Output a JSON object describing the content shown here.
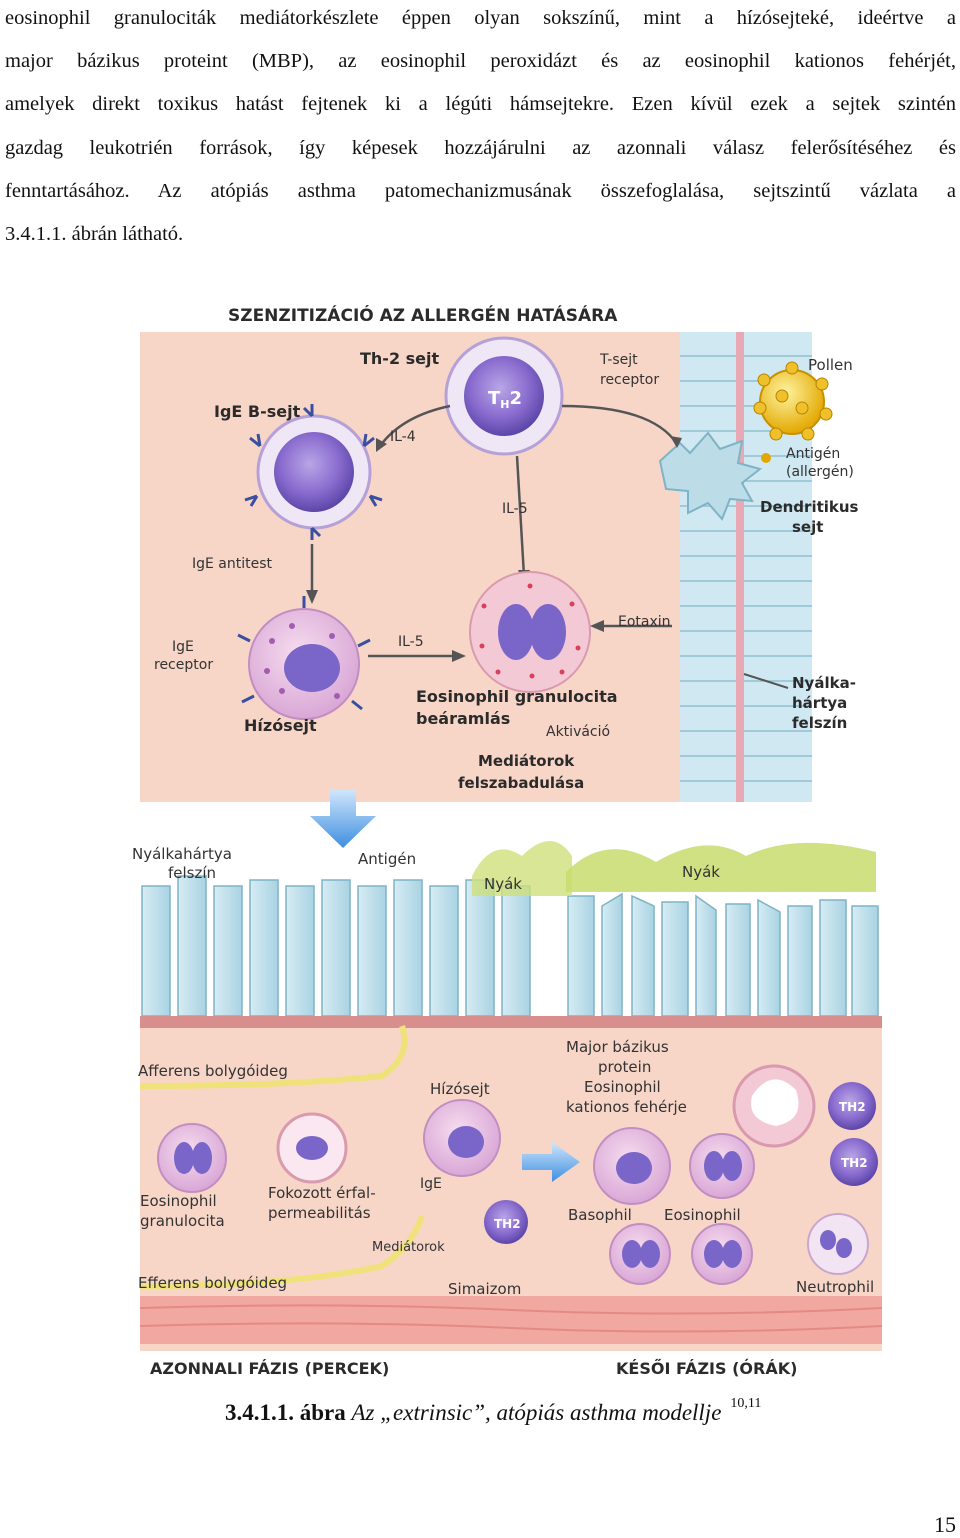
{
  "body_text": {
    "lines": [
      "eosinophil granulociták mediátorkészlete éppen olyan sokszínű, mint a hízósejteké, ideértve a",
      "major bázikus proteint (MBP), az eosinophil peroxidázt és az eosinophil kationos fehérjét,",
      "amelyek direkt toxikus hatást fejtenek ki a légúti hámsejtekre. Ezen kívül ezek a sejtek szintén",
      "gazdag leukotrién források, így képesek hozzájárulni az azonnali válasz felerősítéséhez és",
      "fenntartásához. Az atópiás asthma patomechanizmusának összefoglalása, sejtszintű vázlata a",
      "3.4.1.1. ábrán látható."
    ]
  },
  "figure": {
    "top_title": "SZENZITIZÁCIÓ AZ ALLERGÉN HATÁSÁRA",
    "labels": {
      "th2_cell": "Th-2 sejt",
      "t_receptor_1": "T-sejt",
      "t_receptor_2": "receptor",
      "pollen": "Pollen",
      "ige_b_cell": "IgE B-sejt",
      "il4": "IL-4",
      "antigen_1": "Antigén",
      "antigen_2": "(allergén)",
      "dendritic_1": "Dendritikus",
      "dendritic_2": "sejt",
      "il5_top": "IL-5",
      "ige_antibody": "IgE antitest",
      "ige_receptor_1": "IgE",
      "ige_receptor_2": "receptor",
      "il5_mid": "IL-5",
      "eotaxin": "Eotaxin",
      "mucosa_1": "Nyálka-",
      "mucosa_2": "hártya",
      "mucosa_3": "felszín",
      "mast_cell": "Hízósejt",
      "eos_influx_1": "Eosinophil granulocita",
      "eos_influx_2": "beáramlás",
      "activation": "Aktiváció",
      "mediator_release_1": "Mediátorok",
      "mediator_release_2": "felszabadulása",
      "th2_badge": "TH2",
      "bottom_mucosa_1": "Nyálkahártya",
      "bottom_mucosa_2": "felszín",
      "bottom_antigen": "Antigén",
      "mucus_left": "Nyák",
      "mucus_right": "Nyák",
      "afferent": "Afferens bolygóideg",
      "mast_cell_bottom": "Hízósejt",
      "mbp_1": "Major bázikus",
      "mbp_2": "protein",
      "mbp_3": "Eosinophil",
      "mbp_4": "kationos fehérje",
      "eos_gran_1": "Eosinophil",
      "eos_gran_2": "granulocita",
      "vasc_perm_1": "Fokozott érfal-",
      "vasc_perm_2": "permeabilitás",
      "ige": "IgE",
      "basophil": "Basophil",
      "eosinophil": "Eosinophil",
      "mediator": "Mediátorok",
      "efferent": "Efferens bolygóideg",
      "smooth_muscle": "Simaizom",
      "neutrophil": "Neutrophil",
      "immediate_phase": "AZONNALI FÁZIS (PERCEK)",
      "late_phase": "KÉSŐI FÁZIS (ÓRÁK)"
    }
  },
  "caption": {
    "number": "3.4.1.1. ábra",
    "title": "Az „extrinsic”, atópiás asthma modellje",
    "refs": "10,11"
  },
  "page_number": "15"
}
